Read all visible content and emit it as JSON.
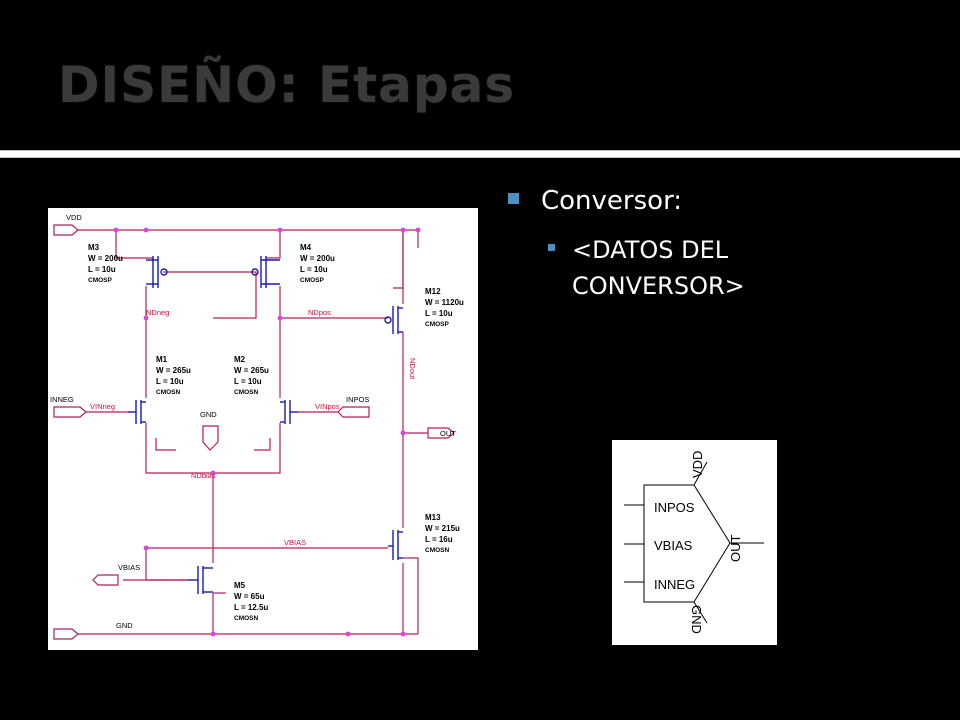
{
  "slide": {
    "title": "DISEÑO: Etapas",
    "bullet1": "Conversor:",
    "bullet2": "<DATOS DEL CONVERSOR>"
  },
  "schematic": {
    "nets": {
      "vdd": "VDD",
      "inneg": "INNEG",
      "inpos": "INPOS",
      "out": "OUT",
      "vbias_pin": "VBIAS",
      "gnd_pin": "GND",
      "gnd_sym": "GND",
      "ndneg": "NDneg",
      "ndpos": "NDpos",
      "ndout": "NDout",
      "vinneg": "VINneg",
      "vinpos": "VINpos",
      "ndbias": "NDbias",
      "vbias_net": "VBIAS"
    },
    "transistors": {
      "m3": {
        "name": "M3",
        "w": "W = 200u",
        "l": "L = 10u",
        "model": "CMOSP"
      },
      "m4": {
        "name": "M4",
        "w": "W = 200u",
        "l": "L = 10u",
        "model": "CMOSP"
      },
      "m12": {
        "name": "M12",
        "w": "W = 1120u",
        "l": "L = 10u",
        "model": "CMOSP"
      },
      "m1": {
        "name": "M1",
        "w": "W = 265u",
        "l": "L = 10u",
        "model": "CMOSN"
      },
      "m2": {
        "name": "M2",
        "w": "W = 265u",
        "l": "L = 10u",
        "model": "CMOSN"
      },
      "m13": {
        "name": "M13",
        "w": "W = 215u",
        "l": "L = 16u",
        "model": "CMOSN"
      },
      "m5": {
        "name": "M5",
        "w": "W = 65u",
        "l": "L = 12.5u",
        "model": "CMOSN"
      }
    }
  },
  "symbol": {
    "vdd": "VDD",
    "inpos": "INPOS",
    "vbias": "VBIAS",
    "inneg": "INNEG",
    "out": "OUT",
    "gnd": "GND"
  },
  "colors": {
    "wire": "#b0205a",
    "device": "#1a1aa8",
    "node": "#e040e0",
    "bullet": "#4a90c2",
    "title": "#3a3a3a"
  }
}
